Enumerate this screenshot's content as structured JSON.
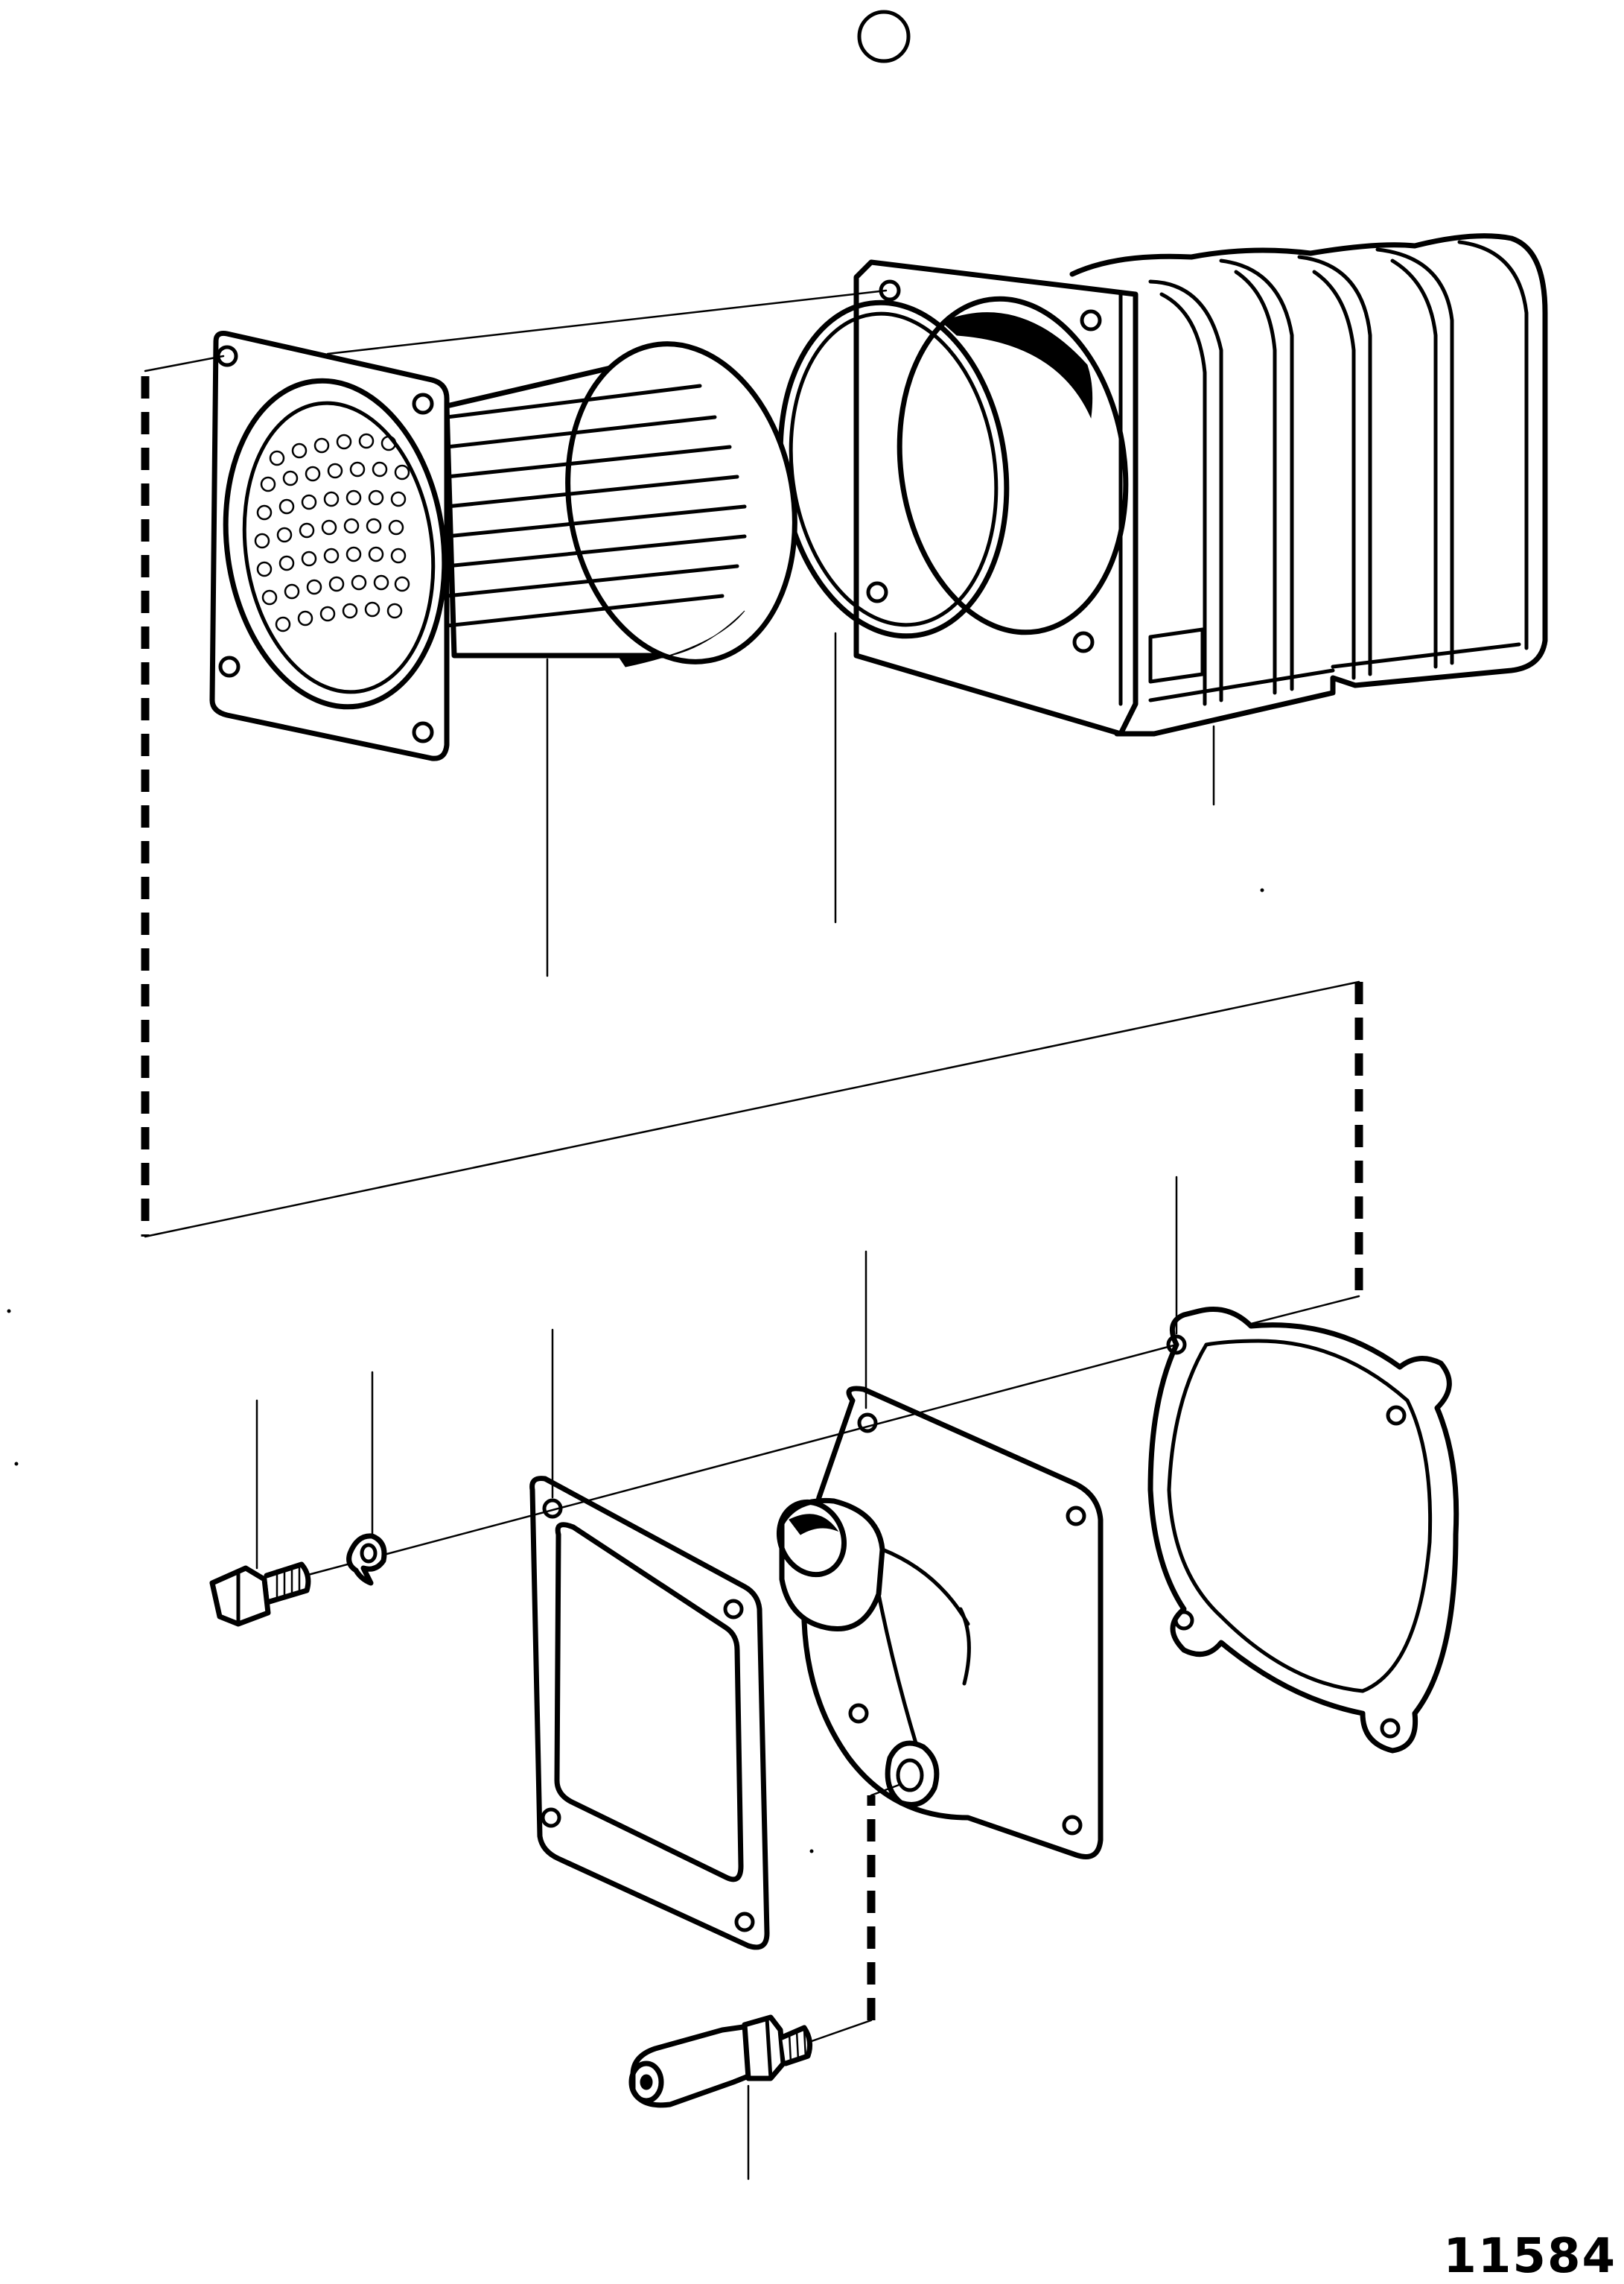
{
  "figure": {
    "number": "11584",
    "callout_marker": ""
  },
  "parts": [
    {
      "name": "heat-exchanger-housing"
    },
    {
      "name": "sealing-ring"
    },
    {
      "name": "tube-insert"
    },
    {
      "name": "end-cover-gasket"
    },
    {
      "name": "end-cover"
    },
    {
      "name": "flange-gasket"
    },
    {
      "name": "screw"
    },
    {
      "name": "washer"
    },
    {
      "name": "hose-nipple"
    }
  ]
}
